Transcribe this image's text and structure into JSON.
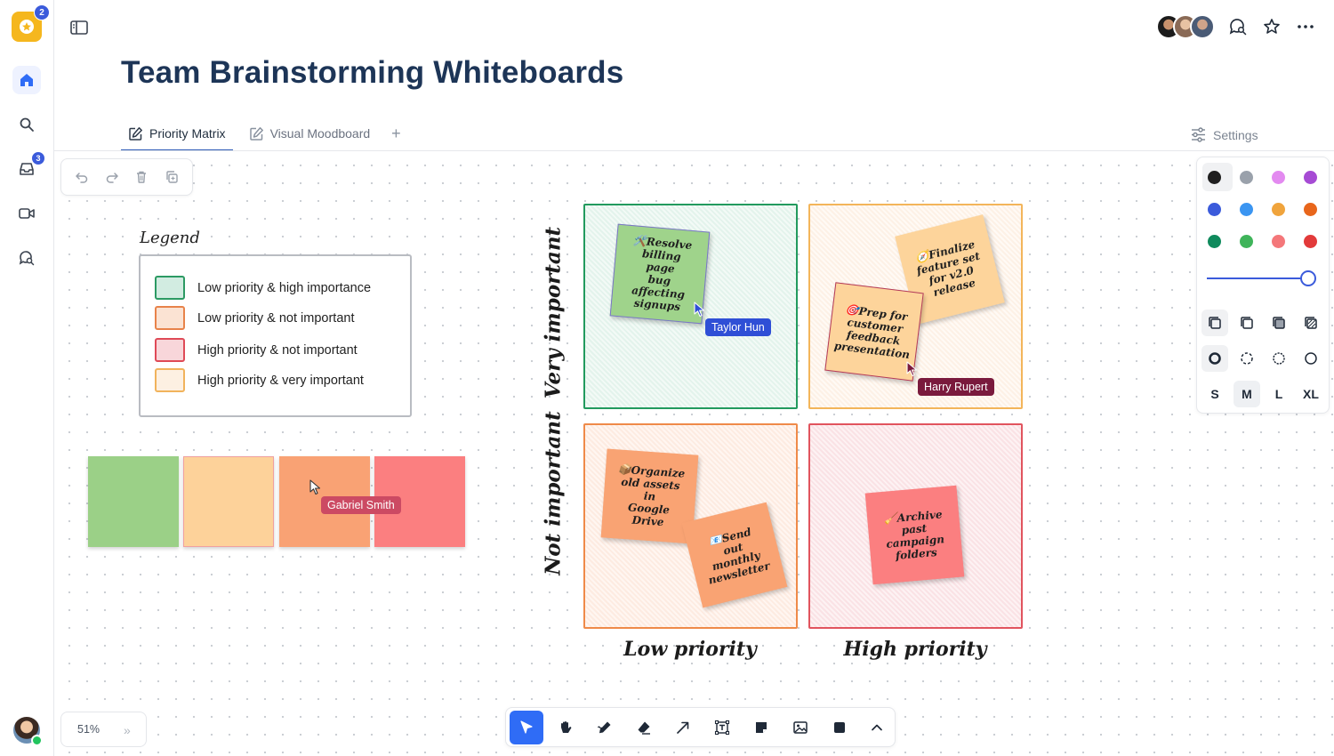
{
  "app": {
    "badge_count": "2",
    "inbox_badge": "3"
  },
  "header": {
    "title": "Team Brainstorming Whiteboards"
  },
  "tabs": [
    {
      "label": "Priority Matrix",
      "active": true
    },
    {
      "label": "Visual Moodboard",
      "active": false
    }
  ],
  "tab_add": "+",
  "settings_label": "Settings",
  "legend": {
    "title": "Legend",
    "items": [
      {
        "label": "Low priority & high importance",
        "fill": "#d2ece1",
        "border": "#2c9a63"
      },
      {
        "label": "Low priority & not important",
        "fill": "#fbe3d3",
        "border": "#e8834a"
      },
      {
        "label": "High priority & not important",
        "fill": "#f8d6da",
        "border": "#df4a57"
      },
      {
        "label": "High priority & very important",
        "fill": "#fdf0e2",
        "border": "#f1b35c"
      }
    ]
  },
  "loose_stickies": [
    "#9bd087",
    "#fdd29a",
    "#f9a274",
    "#fb7f80"
  ],
  "matrix": {
    "y_axis": [
      "Very important",
      "Not important"
    ],
    "x_axis": [
      "Low priority",
      "High priority"
    ],
    "quadrants": [
      {
        "border": "#229a5e",
        "fill": "#e5f4ee"
      },
      {
        "border": "#f3b55a",
        "fill": "#fdf4ec"
      },
      {
        "border": "#ef8a49",
        "fill": "#fdeee5"
      },
      {
        "border": "#e1545e",
        "fill": "#fbe6e8"
      }
    ]
  },
  "notes": [
    {
      "emoji": "🛠️",
      "text": "Resolve\nbilling page\nbug affecting\nsignups",
      "color": "#9fd38b"
    },
    {
      "emoji": "🧭",
      "text": "Finalize\nfeature set\nfor v2.0\nrelease",
      "color": "#fdd49b"
    },
    {
      "emoji": "🎯",
      "text": "Prep for\ncustomer\nfeedback\npresentation",
      "color": "#fdd49b"
    },
    {
      "emoji": "📦",
      "text": "Organize\nold assets in\nGoogle Drive",
      "color": "#f9a373"
    },
    {
      "emoji": "📧",
      "text": "Send out\nmonthly\nnewsletter",
      "color": "#f9a373"
    },
    {
      "emoji": "🧹",
      "text": "Archive\npast campaign\nfolders",
      "color": "#fb7f80"
    }
  ],
  "collaborators": [
    {
      "name": "Taylor Hun",
      "color": "#2f4fd6"
    },
    {
      "name": "Harry Rupert",
      "color": "#7a1a3d"
    },
    {
      "name": "Gabriel Smith",
      "color": "#cc4a63"
    }
  ],
  "palette": [
    "#1f1f1f",
    "#9aa1ab",
    "#e38af0",
    "#a64bd4",
    "#3b5bdb",
    "#3b95f1",
    "#f0a43c",
    "#e8661b",
    "#0f8a5c",
    "#3fb45a",
    "#f4777a",
    "#e23a3a"
  ],
  "sizes": [
    "S",
    "M",
    "L",
    "XL"
  ],
  "selected_size": "M",
  "zoom": "51%",
  "zoom_expand": "»",
  "icons": {
    "undo": "undo-icon",
    "redo": "redo-icon",
    "delete": "trash-icon",
    "duplicate": "duplicate-icon"
  }
}
